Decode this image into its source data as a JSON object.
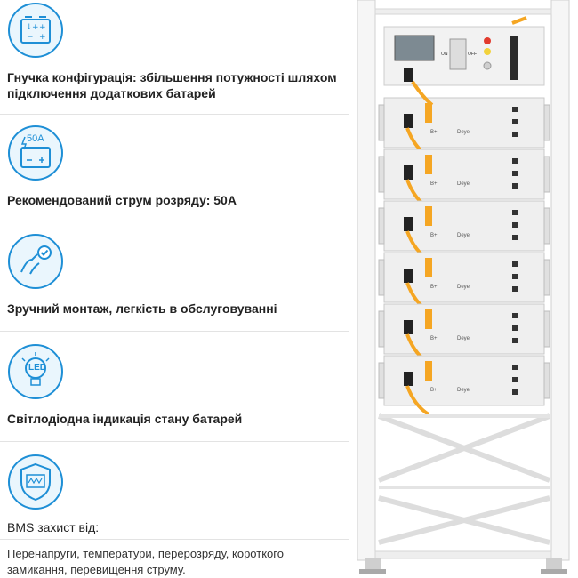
{
  "features": [
    {
      "icon": "battery-config-icon",
      "text": "Гнучка конфігурація: збільшення потужності шляхом підключення додаткових батарей"
    },
    {
      "icon": "battery-current-icon",
      "icon_label": "50A",
      "text": "Рекомендований струм розряду: 50A"
    },
    {
      "icon": "maintenance-wrench-icon",
      "text": "Зручний монтаж, легкість в обслуговуванні"
    },
    {
      "icon": "led-bulb-icon",
      "icon_label": "LED",
      "text": "Світлодіодна індикація стану батарей"
    },
    {
      "icon": "bms-chip-icon",
      "text": "BMS захист від:"
    }
  ],
  "bms_details": "Перенапруги, температури, перерозряду, короткого замикання, перевищення струму.",
  "rack": {
    "control_unit": {
      "switch_on": "ON",
      "switch_off": "OFF"
    },
    "module_label": "Deye",
    "terminal_label": "B+",
    "module_count": 6
  },
  "colors": {
    "accent": "#1e8fd6",
    "cable": "#f5a623",
    "rack": "#f4f4f4",
    "module": "#efefef"
  }
}
